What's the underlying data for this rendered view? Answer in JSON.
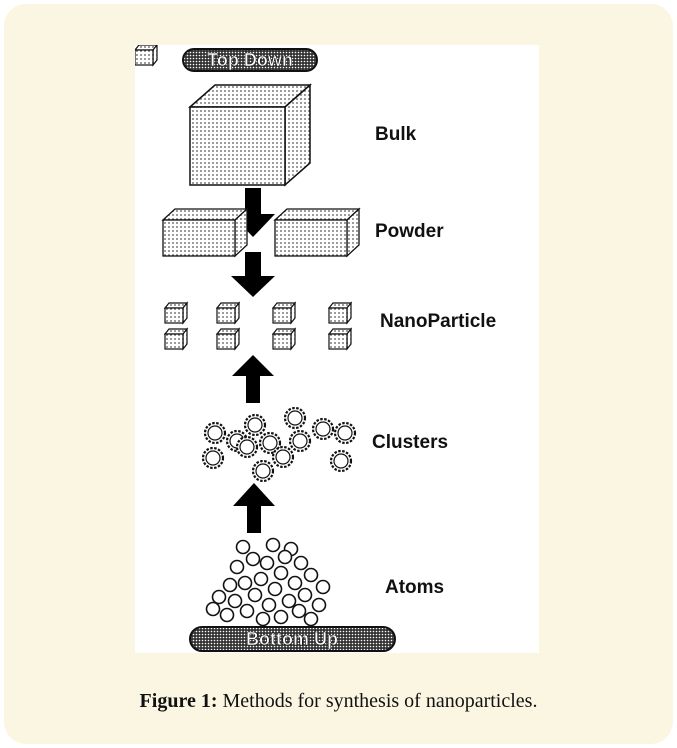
{
  "diagram": {
    "top_label": "Top Down",
    "bottom_label": "Bottom Up",
    "stages": [
      {
        "label": "Bulk"
      },
      {
        "label": "Powder"
      },
      {
        "label": "NanoParticle"
      },
      {
        "label": "Clusters"
      },
      {
        "label": "Atoms"
      }
    ]
  },
  "caption": {
    "label": "Figure 1:",
    "text": " Methods for synthesis of nanoparticles."
  }
}
